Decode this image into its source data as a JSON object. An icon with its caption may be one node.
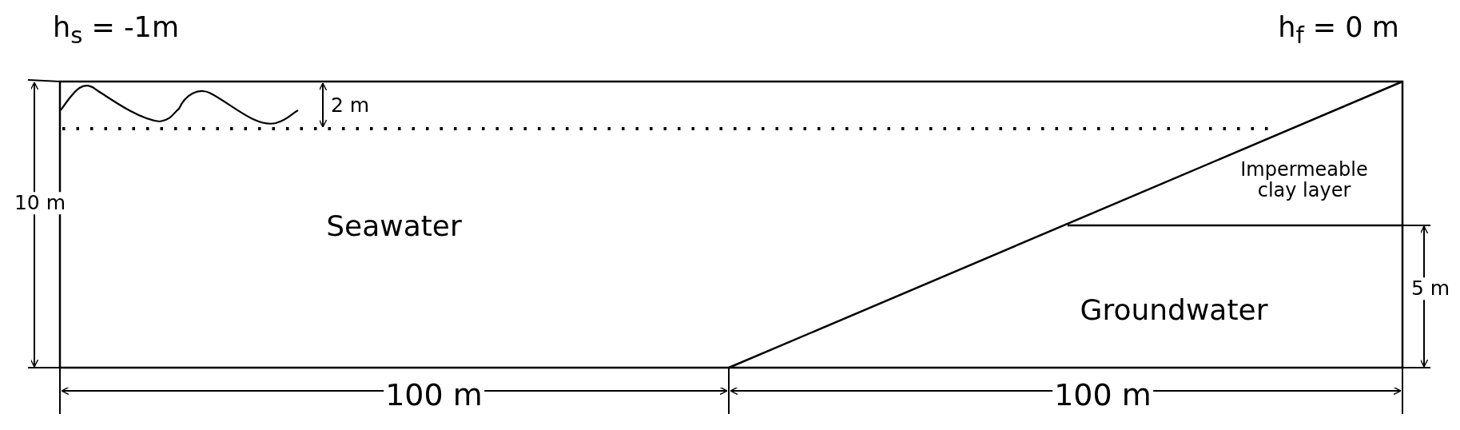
{
  "diagram": {
    "labels": [
      "h$_{s}$ = -1m",
      "h$_{f}$ = 0 m",
      "2 m",
      "10 m",
      "Seawater",
      "Impermeable clay layer",
      "5 m",
      "Groundwater",
      "100 m",
      "100 m"
    ]
  }
}
